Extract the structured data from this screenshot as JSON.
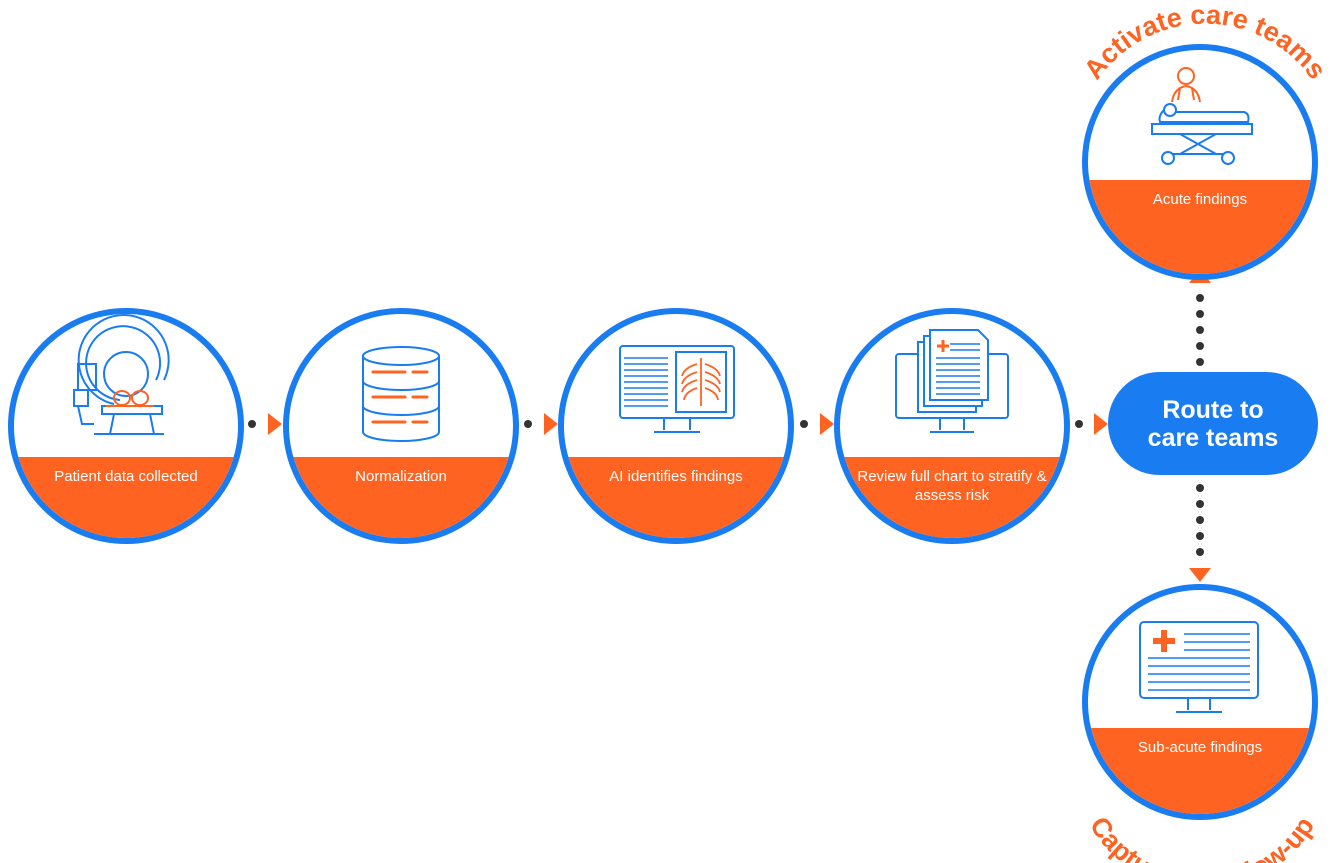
{
  "colors": {
    "blue": "#1a7cf1",
    "orange": "#ff6322",
    "connector": "#333333",
    "white": "#ffffff"
  },
  "steps": [
    {
      "label": "Patient data collected",
      "icon": "mri-scanner-icon"
    },
    {
      "label": "Normalization",
      "icon": "database-icon"
    },
    {
      "label": "AI identifies findings",
      "icon": "chest-xray-monitor-icon"
    },
    {
      "label": "Review full chart to stratify & assess risk",
      "icon": "medical-chart-monitor-icon"
    }
  ],
  "route": {
    "line1": "Route to",
    "line2": "care teams"
  },
  "outcomes": {
    "acute": {
      "label": "Acute findings",
      "arc_label": "Activate care teams",
      "icon": "patient-stretcher-doctor-icon"
    },
    "subacute": {
      "label": "Sub-acute findings",
      "arc_label": "Capture for follow-up",
      "icon": "medical-record-monitor-icon"
    }
  }
}
